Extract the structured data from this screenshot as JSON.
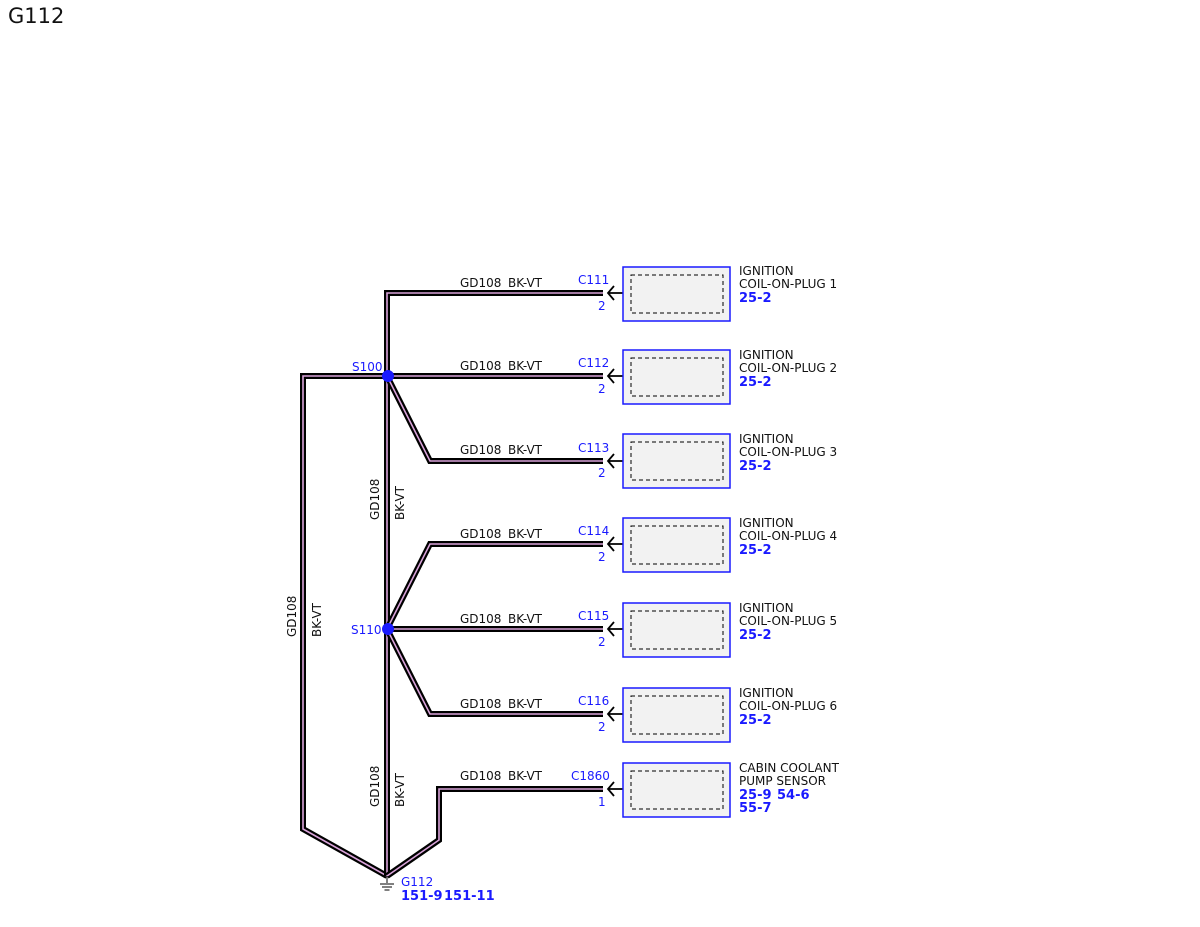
{
  "page_title": "G112",
  "wire": {
    "circuit": "GD108",
    "color": "BK-VT"
  },
  "splices": [
    {
      "id": "S100"
    },
    {
      "id": "S110"
    }
  ],
  "ground": {
    "id": "G112",
    "refs": [
      "151-9",
      "151-11"
    ]
  },
  "branches": [
    {
      "connector": "C111",
      "pin": "2",
      "name1": "IGNITION",
      "name2": "COIL-ON-PLUG 1",
      "refs": [
        "25-2"
      ]
    },
    {
      "connector": "C112",
      "pin": "2",
      "name1": "IGNITION",
      "name2": "COIL-ON-PLUG 2",
      "refs": [
        "25-2"
      ]
    },
    {
      "connector": "C113",
      "pin": "2",
      "name1": "IGNITION",
      "name2": "COIL-ON-PLUG 3",
      "refs": [
        "25-2"
      ]
    },
    {
      "connector": "C114",
      "pin": "2",
      "name1": "IGNITION",
      "name2": "COIL-ON-PLUG 4",
      "refs": [
        "25-2"
      ]
    },
    {
      "connector": "C115",
      "pin": "2",
      "name1": "IGNITION",
      "name2": "COIL-ON-PLUG 5",
      "refs": [
        "25-2"
      ]
    },
    {
      "connector": "C116",
      "pin": "2",
      "name1": "IGNITION",
      "name2": "COIL-ON-PLUG 6",
      "refs": [
        "25-2"
      ]
    },
    {
      "connector": "C1860",
      "pin": "1",
      "name1": "CABIN COOLANT",
      "name2": "PUMP SENSOR",
      "refs": [
        "25-9",
        "54-6"
      ],
      "refs2": [
        "55-7"
      ]
    }
  ],
  "colors": {
    "accent_blue": "#1a1aff",
    "wire_outer": "#000000",
    "wire_inner": "#d9a3d9"
  }
}
